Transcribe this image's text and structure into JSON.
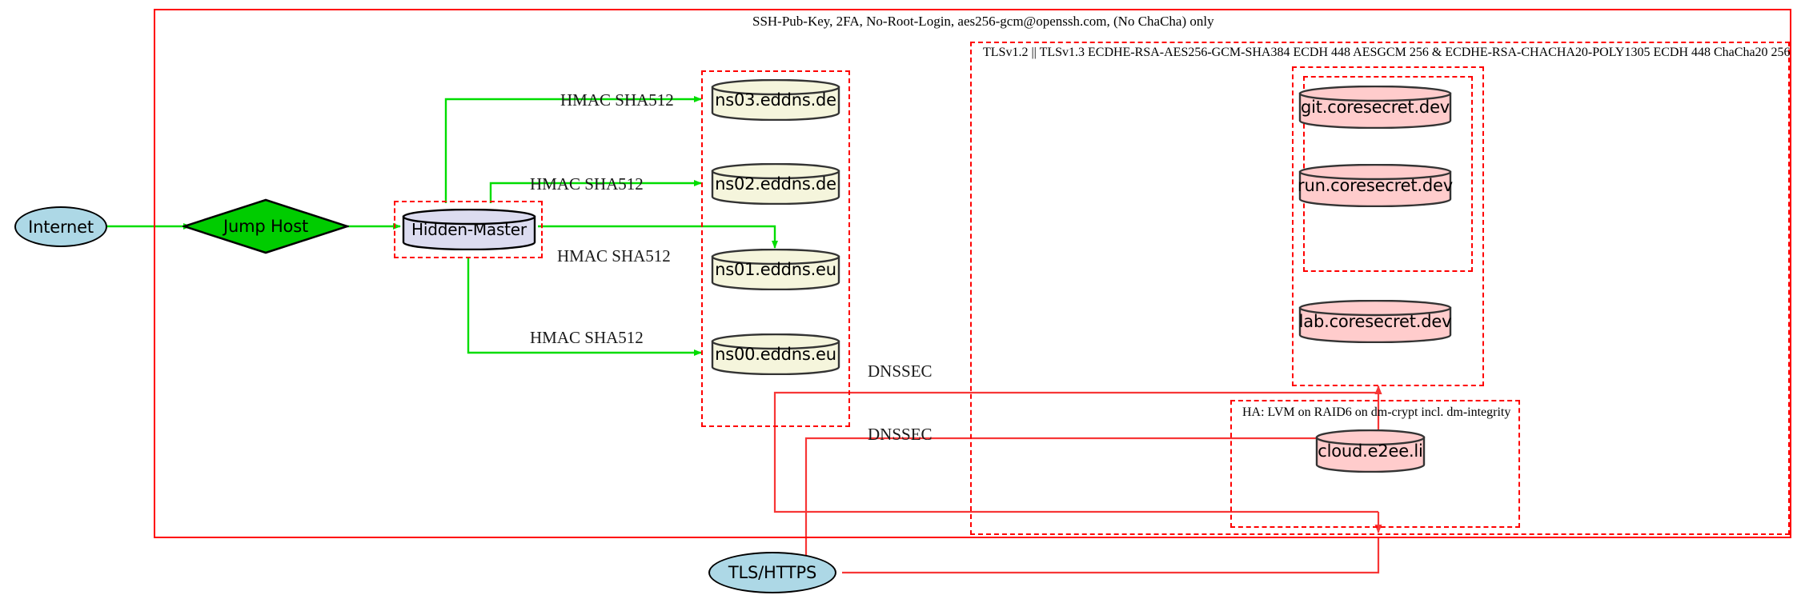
{
  "diagram": {
    "title_note": "Network security architecture diagram",
    "colors": {
      "boundary_red": "#ff0000",
      "edge_green": "#00dd00",
      "edge_red": "#f73636",
      "ellipse_fill": "#add8e6",
      "diamond_fill": "#00cc00",
      "dns_fill": "#f5f5dc",
      "host_fill": "#dcdcf0",
      "secret_fill": "#ffcccc"
    }
  },
  "clusters": {
    "ssh_outer": {
      "label": "SSH-Pub-Key, 2FA, No-Root-Login, aes256-gcm@openssh.com, (No ChaCha) only"
    },
    "tls_outer": {
      "label": "TLSv1.2 || TLSv1.3 ECDHE-RSA-AES256-GCM-SHA384 ECDH 448 AESGCM 256 & ECDHE-RSA-CHACHA20-POLY1305 ECDH 448 ChaCha20 256"
    },
    "ha_cluster": {
      "label": "HA: LVM on RAID6 on dm-crypt incl. dm-integrity"
    },
    "hidden_master_box": {
      "label": ""
    },
    "dns_box": {
      "label": ""
    },
    "coresecret_box": {
      "label": ""
    },
    "coresecret_inner_box": {
      "label": ""
    }
  },
  "nodes": {
    "internet": {
      "label": "Internet",
      "shape": "ellipse"
    },
    "jump_host": {
      "label": "Jump Host",
      "shape": "diamond"
    },
    "hidden_master": {
      "label": "Hidden-Master",
      "shape": "cylinder"
    },
    "ns03": {
      "label": "ns03.eddns.de",
      "shape": "cylinder"
    },
    "ns02": {
      "label": "ns02.eddns.de",
      "shape": "cylinder"
    },
    "ns01": {
      "label": "ns01.eddns.eu",
      "shape": "cylinder"
    },
    "ns00": {
      "label": "ns00.eddns.eu",
      "shape": "cylinder"
    },
    "git": {
      "label": "git.coresecret.dev",
      "shape": "cylinder"
    },
    "run": {
      "label": "run.coresecret.dev",
      "shape": "cylinder"
    },
    "lab": {
      "label": "lab.coresecret.dev",
      "shape": "cylinder"
    },
    "cloud": {
      "label": "cloud.e2ee.li",
      "shape": "cylinder"
    },
    "tls_https": {
      "label": "TLS/HTTPS",
      "shape": "ellipse"
    }
  },
  "edge_labels": {
    "hmac_ns03": "HMAC SHA512",
    "hmac_ns02": "HMAC SHA512",
    "hmac_ns01": "HMAC SHA512",
    "hmac_ns00": "HMAC SHA512",
    "dnssec_upper": "DNSSEC",
    "dnssec_lower": "DNSSEC"
  }
}
